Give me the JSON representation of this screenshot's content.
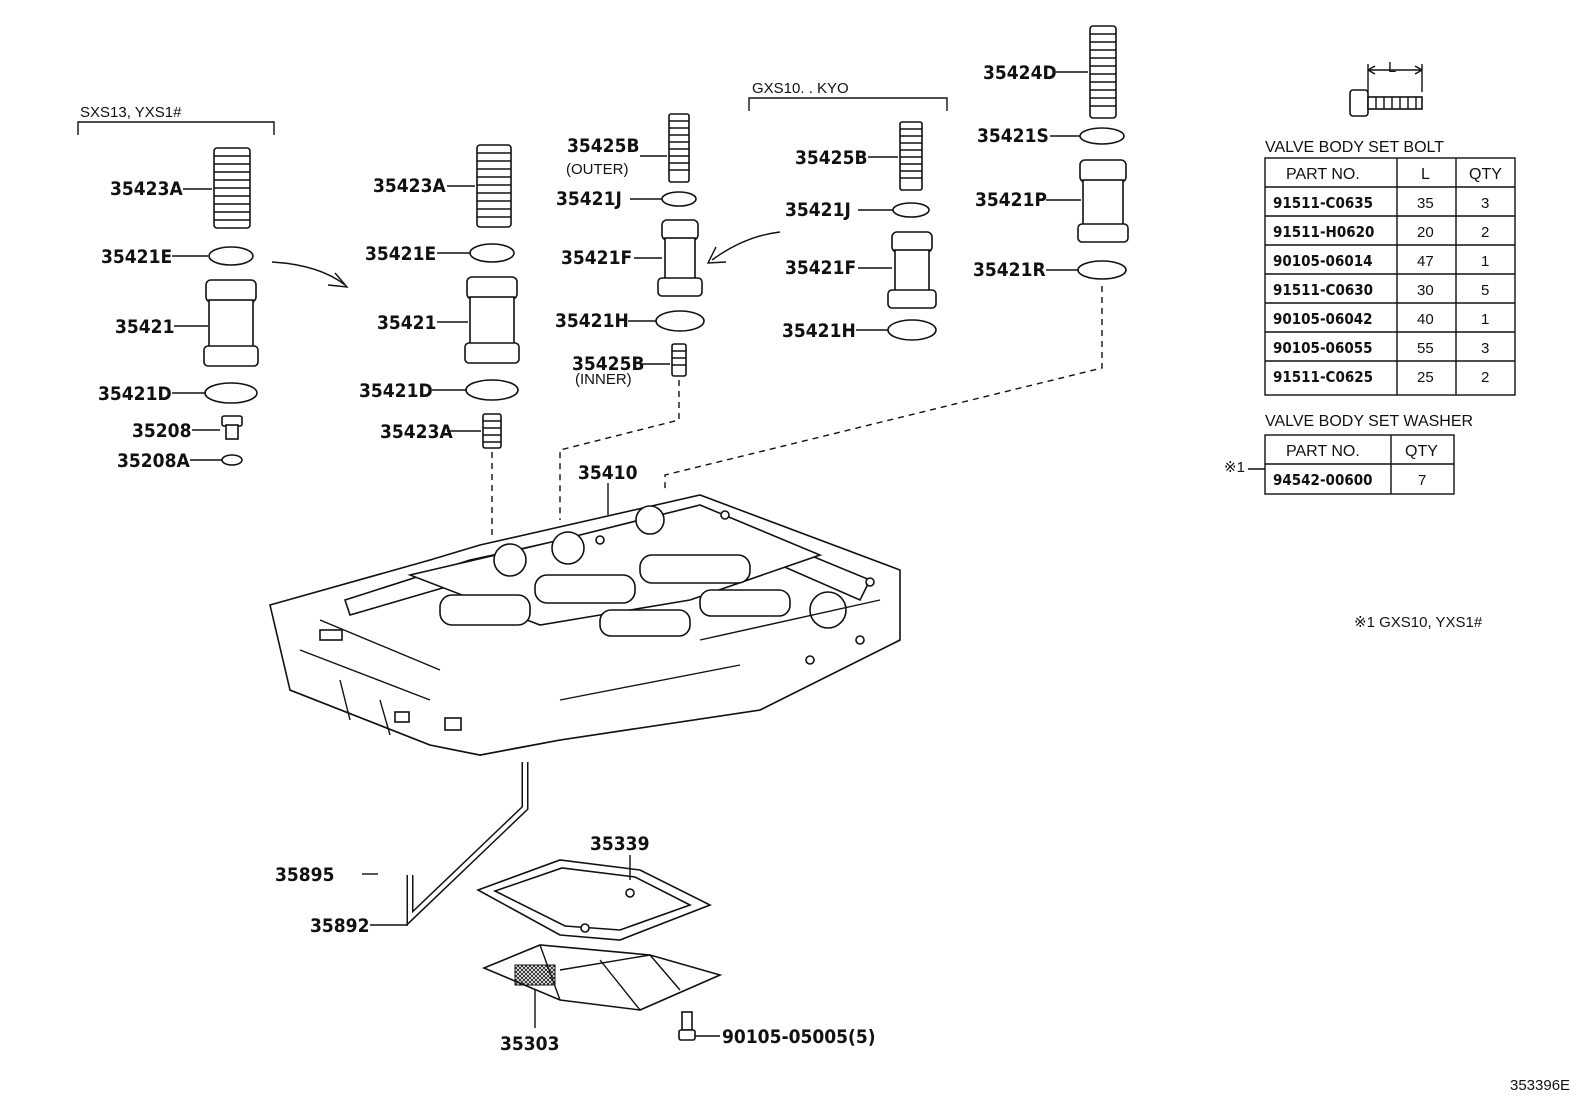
{
  "groups": {
    "left": "SXS13, YXS1#",
    "right": "GXS10. . KYO"
  },
  "labels": {
    "p35423A_a": "35423A",
    "p35421E_a": "35421E",
    "p35421_a": "35421",
    "p35421D_a": "35421D",
    "p35208": "35208",
    "p35208A": "35208A",
    "p35423A_b": "35423A",
    "p35421E_b": "35421E",
    "p35421_b": "35421",
    "p35421D_b": "35421D",
    "p35423A_c": "35423A",
    "p35425B_a": "35425B",
    "outer": "(OUTER)",
    "p35421J_a": "35421J",
    "p35421F_a": "35421F",
    "p35421H_a": "35421H",
    "p35425B_b": "35425B",
    "inner": "(INNER)",
    "p35425B_c": "35425B",
    "p35421J_b": "35421J",
    "p35421F_b": "35421F",
    "p35421H_b": "35421H",
    "p35424D": "35424D",
    "p35421S": "35421S",
    "p35421P": "35421P",
    "p35421R": "35421R",
    "p35410": "35410",
    "p35895": "35895",
    "p35892": "35892",
    "p35339": "35339",
    "p35303": "35303",
    "bolt": "90105-05005(5)",
    "dim_L": "L"
  },
  "bolt_table": {
    "title": "VALVE BODY SET BOLT",
    "headers": [
      "PART NO.",
      "L",
      "QTY"
    ],
    "rows": [
      [
        "91511-C0635",
        "35",
        "3"
      ],
      [
        "91511-H0620",
        "20",
        "2"
      ],
      [
        "90105-06014",
        "47",
        "1"
      ],
      [
        "91511-C0630",
        "30",
        "5"
      ],
      [
        "90105-06042",
        "40",
        "1"
      ],
      [
        "90105-06055",
        "55",
        "3"
      ],
      [
        "91511-C0625",
        "25",
        "2"
      ]
    ]
  },
  "washer_table": {
    "title": "VALVE BODY SET WASHER",
    "headers": [
      "PART NO.",
      "QTY"
    ],
    "marker": "※1",
    "rows": [
      [
        "94542-00600",
        "7"
      ]
    ]
  },
  "footnote": "※1  GXS10, YXS1#",
  "diagram_id": "353396E"
}
